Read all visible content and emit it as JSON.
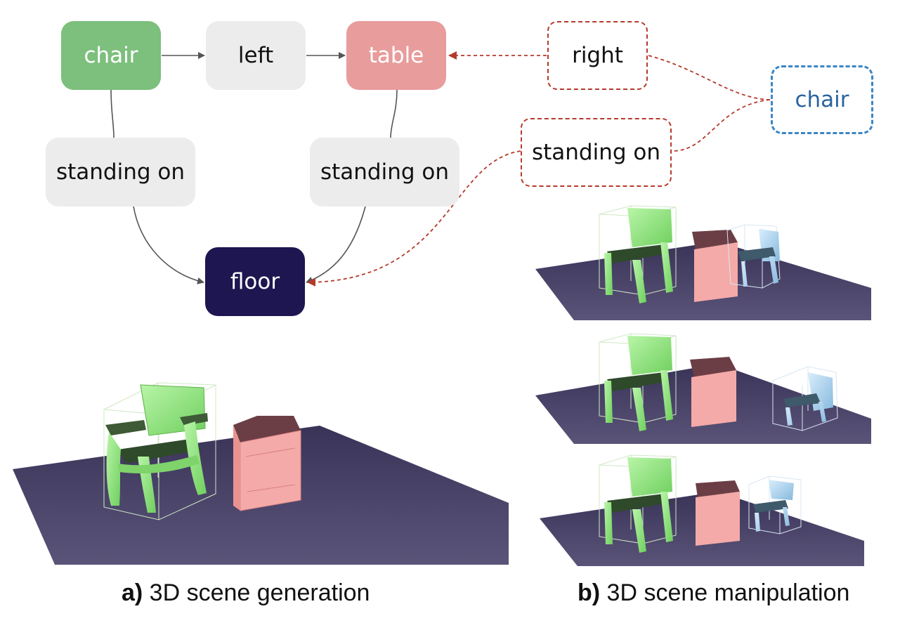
{
  "nodes": {
    "chair": "chair",
    "left": "left",
    "table": "table",
    "standing_on_1": "standing on",
    "standing_on_2": "standing on",
    "floor": "floor",
    "right": "right",
    "standing_on_3": "standing on",
    "chair_new": "chair"
  },
  "captions": {
    "a_label": "a)",
    "a_text": " 3D scene generation",
    "b_label": "b)",
    "b_text": " 3D scene manipulation"
  },
  "colors": {
    "chair_node": "#7dbf7d",
    "table_node": "#e89c9c",
    "relation_node": "#ececec",
    "floor_node": "#1e1650",
    "new_edge": "#b43a2c",
    "new_chair_border": "#3b86c4",
    "scene_floor": "#4b4468",
    "chair_mesh": "#9be68a",
    "table_mesh": "#f3a9a9",
    "new_chair_mesh": "#a9d2ef"
  }
}
